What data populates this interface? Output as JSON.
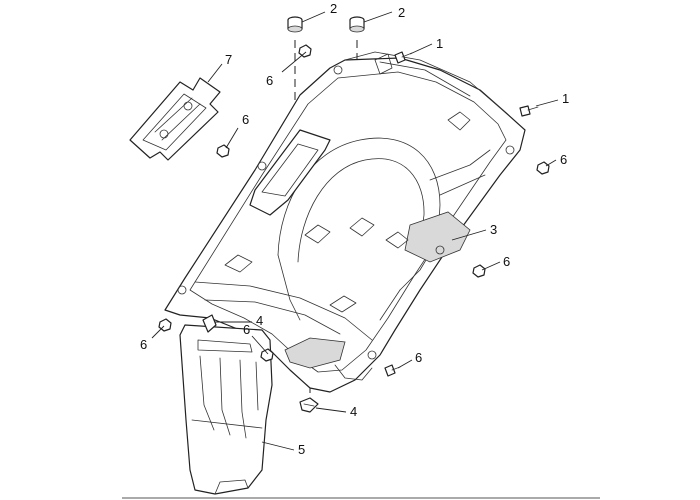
{
  "callouts": {
    "c1": "2",
    "c2": "2",
    "c3": "1",
    "c4": "1",
    "c5": "7",
    "c6": "6",
    "c7": "6",
    "c8": "6",
    "c9": "3",
    "c10": "6",
    "c11": "4",
    "c12": "6",
    "c13": "6",
    "c14": "6",
    "c15": "4",
    "c16": "5"
  }
}
